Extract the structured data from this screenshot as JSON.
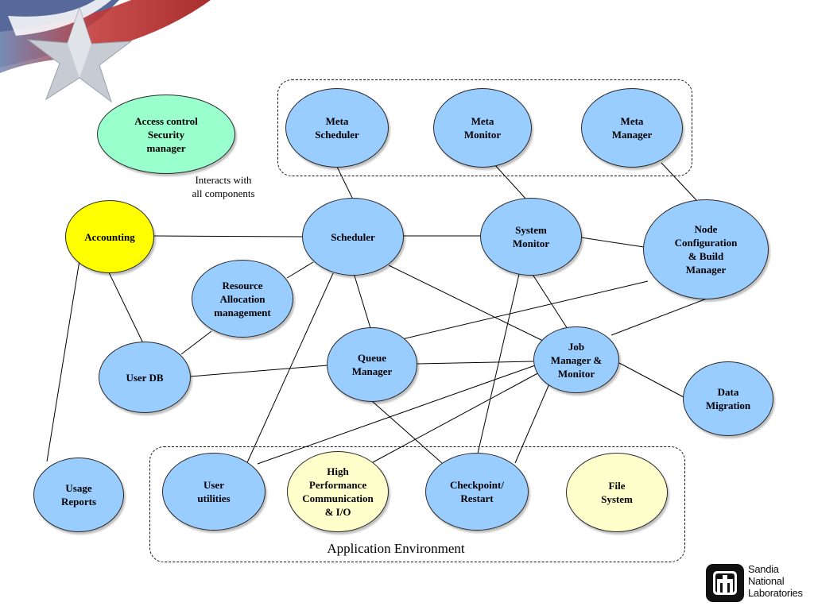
{
  "nodes": {
    "access_control": "Access control\nSecurity\nmanager",
    "meta_scheduler": "Meta\nScheduler",
    "meta_monitor": "Meta\nMonitor",
    "meta_manager": "Meta\nManager",
    "accounting": "Accounting",
    "scheduler": "Scheduler",
    "system_monitor": "System\nMonitor",
    "node_config": "Node\nConfiguration\n& Build\nManager",
    "resource_alloc": "Resource\nAllocation\nmanagement",
    "user_db": "User DB",
    "queue_manager": "Queue\nManager",
    "job_manager": "Job\nManager &\nMonitor",
    "data_migration": "Data\nMigration",
    "usage_reports": "Usage\nReports",
    "user_utilities": "User\nutilities",
    "hpc_io": "High\nPerformance\nCommunication\n& I/O",
    "checkpoint": "Checkpoint/\nRestart",
    "file_system": "File\nSystem"
  },
  "notes": {
    "interacts": "Interacts with\nall components",
    "application_environment": "Application Environment"
  },
  "logo": {
    "line1": "Sandia",
    "line2": "National",
    "line3": "Laboratories"
  },
  "colors": {
    "component": "#99ccff",
    "security": "#99ffcc",
    "accounting": "#ffff00",
    "external": "#ffffcc"
  }
}
